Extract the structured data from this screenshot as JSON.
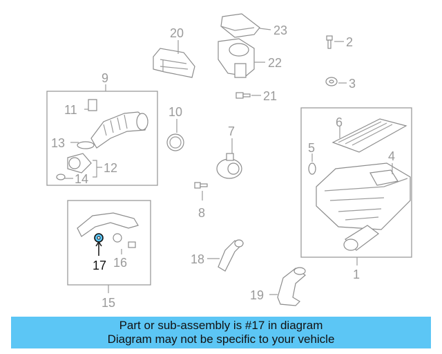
{
  "labels": {
    "l1": "1",
    "l2": "2",
    "l3": "3",
    "l4": "4",
    "l5": "5",
    "l6": "6",
    "l7": "7",
    "l8": "8",
    "l9": "9",
    "l10": "10",
    "l11": "11",
    "l12": "12",
    "l13": "13",
    "l14": "14",
    "l15": "15",
    "l16": "16",
    "l17": "17",
    "l18": "18",
    "l19": "19",
    "l20": "20",
    "l21": "21",
    "l22": "22",
    "l23": "23"
  },
  "highlight": {
    "part_number": "17",
    "color": "#5cc6f5"
  },
  "banner": {
    "line1": "Part or sub-assembly is #17 in diagram",
    "line2": "Diagram may not be specific to your vehicle"
  }
}
